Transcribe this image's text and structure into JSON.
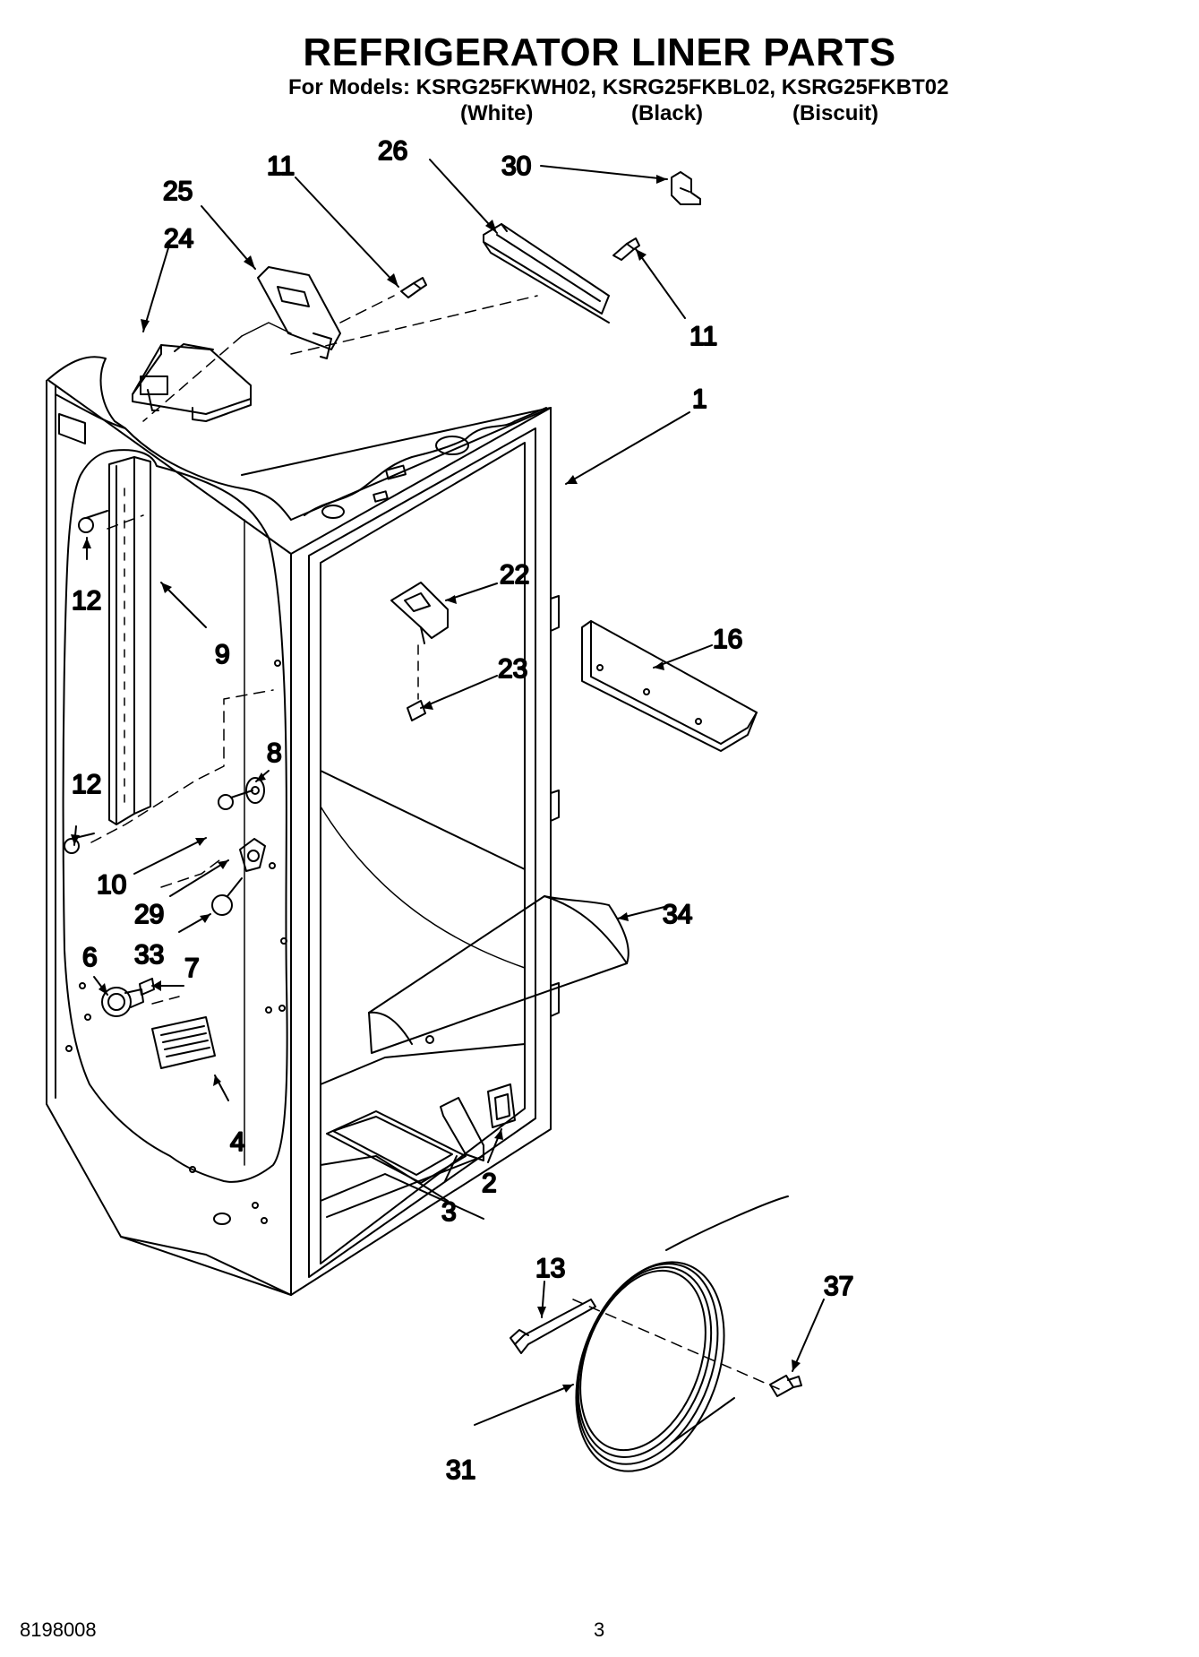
{
  "title": "REFRIGERATOR LINER PARTS",
  "models_line": "For Models: KSRG25FKWH02, KSRG25FKBL02, KSRG25FKBT02",
  "variants": [
    "(White)",
    "(Black)",
    "(Biscuit)"
  ],
  "callouts": [
    "11",
    "26",
    "30",
    "25",
    "24",
    "11",
    "1",
    "22",
    "12",
    "9",
    "16",
    "23",
    "8",
    "12",
    "10",
    "34",
    "29",
    "33",
    "7",
    "6",
    "4",
    "2",
    "3",
    "13",
    "37",
    "31"
  ],
  "footer": {
    "doc_number": "8198008",
    "page_number": "3"
  }
}
